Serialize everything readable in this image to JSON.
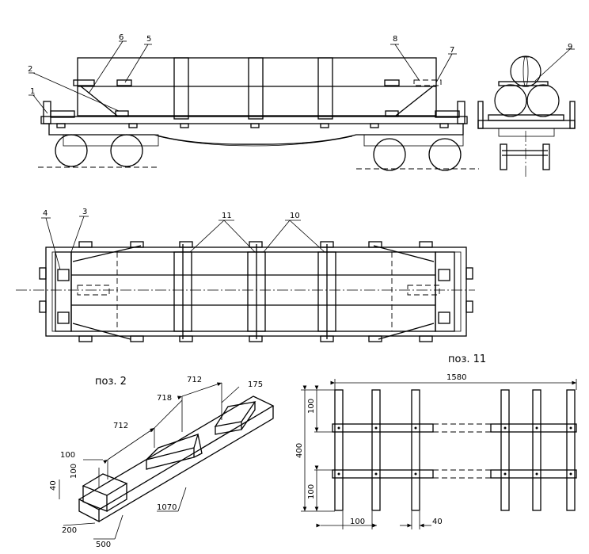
{
  "callouts": {
    "c1": "1",
    "c2": "2",
    "c3": "3",
    "c4": "4",
    "c5": "5",
    "c6": "6",
    "c7": "7",
    "c8": "8",
    "c9": "9",
    "c10": "10",
    "c11": "11"
  },
  "detail_pos2": {
    "title": "поз. 2",
    "dims": {
      "d712a": "712",
      "d718": "718",
      "d712b": "712",
      "d175": "175",
      "d100a": "100",
      "d100b": "100",
      "d40": "40",
      "d200": "200",
      "d500": "500",
      "d1070": "1070"
    }
  },
  "detail_pos11": {
    "title": "поз. 11",
    "dims": {
      "d1580": "1580",
      "d100top": "100",
      "d400": "400",
      "d100bot": "100",
      "d100w": "100",
      "d40": "40"
    }
  }
}
